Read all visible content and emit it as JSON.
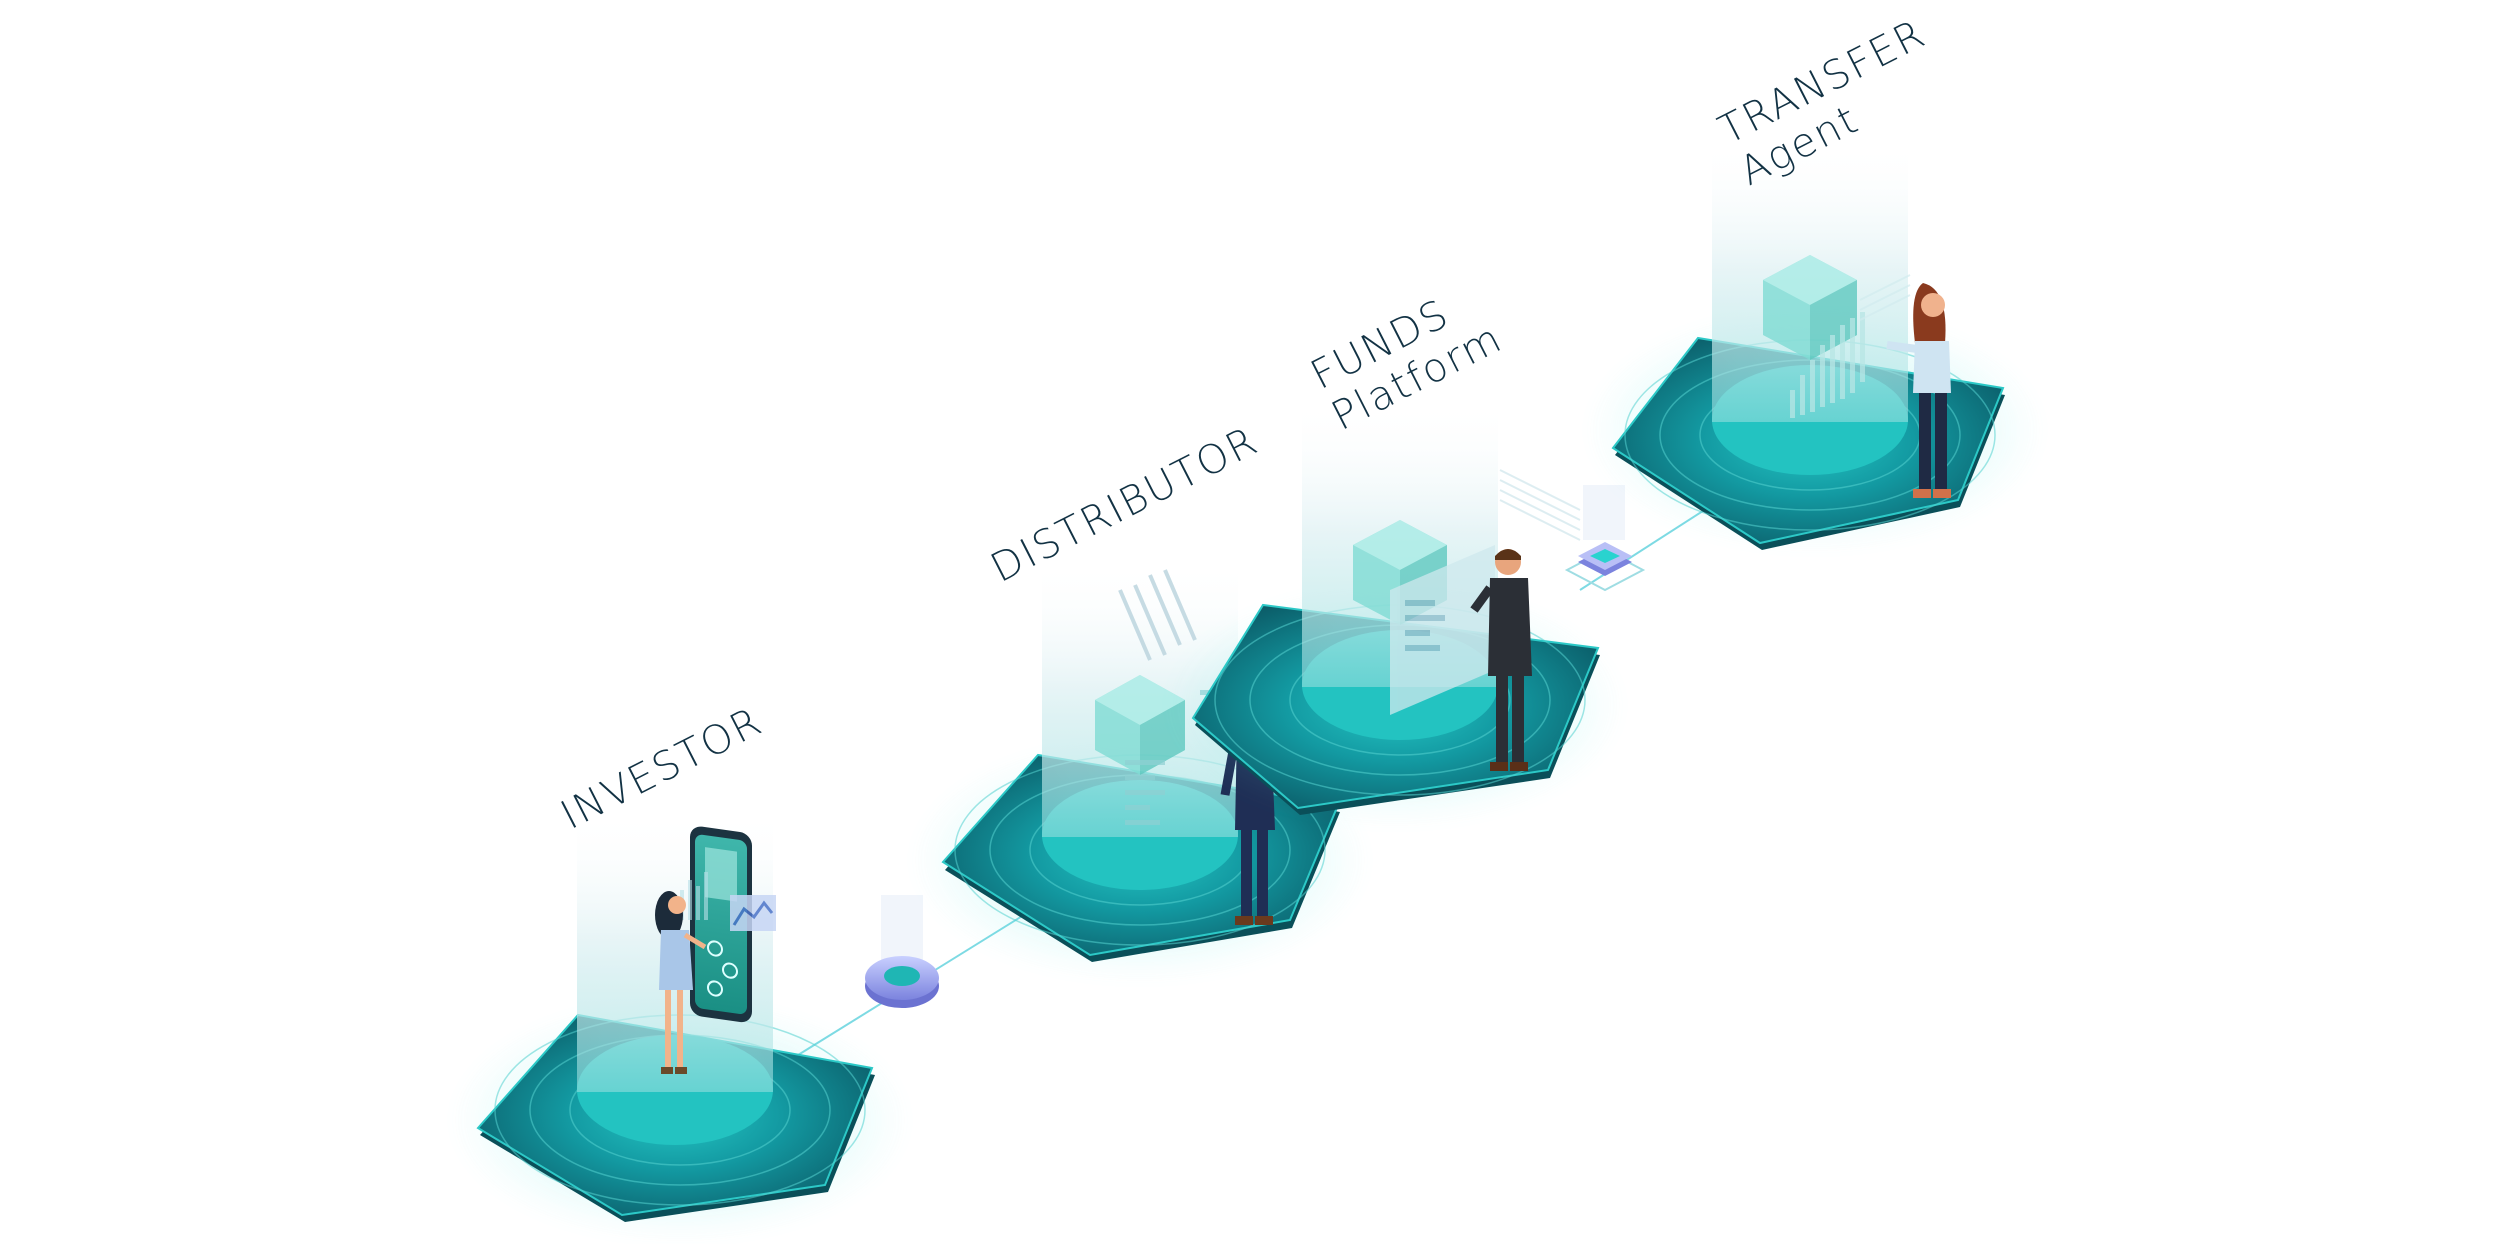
{
  "stages": [
    {
      "id": "investor",
      "lines": [
        "INVESTOR"
      ]
    },
    {
      "id": "distributor",
      "lines": [
        "DISTRIBUTOR"
      ]
    },
    {
      "id": "funds-platform",
      "lines": [
        "FUNDS",
        "Platform"
      ]
    },
    {
      "id": "transfer-agent",
      "lines": [
        "TRANSFER",
        "Agent"
      ]
    }
  ],
  "colors": {
    "platform_dark": "#0d5f6a",
    "platform_mid": "#128a93",
    "platform_glow": "#2ad3cf",
    "beam": "#dff3f4",
    "label": "#123244",
    "connector": "#6fd6e0",
    "node_violet": "#8f8fe8"
  },
  "icons": [
    "smartphone-icon",
    "cube-icon",
    "bar-chart-icon",
    "document-icon",
    "ring-node-icon",
    "chip-node-icon",
    "person-icon"
  ]
}
